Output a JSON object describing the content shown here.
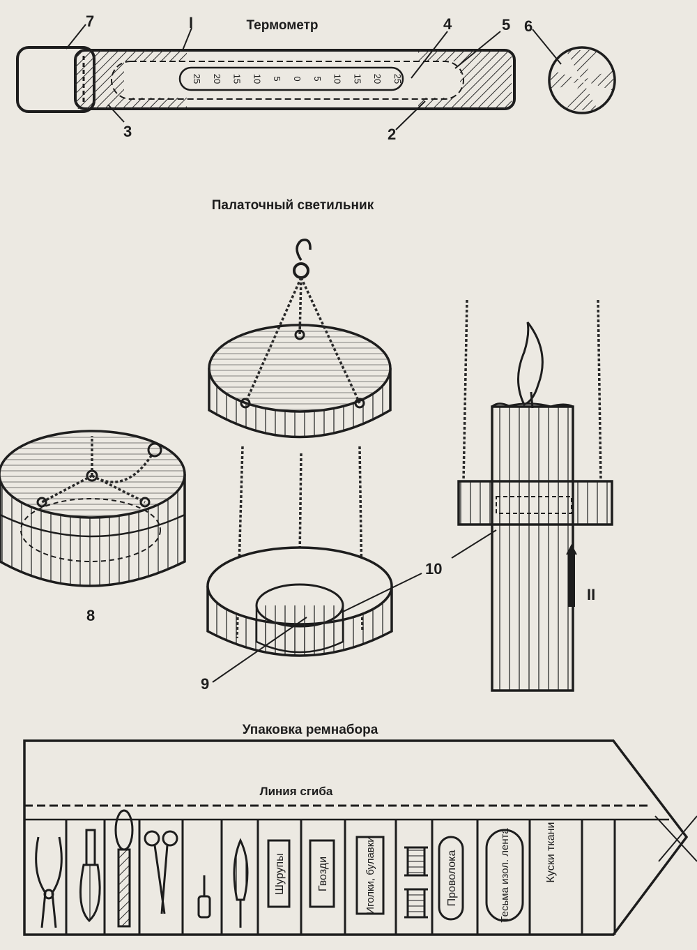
{
  "thermometer": {
    "title": "Термометр",
    "callouts": [
      "7",
      "I",
      "4",
      "5",
      "6",
      "3",
      "2"
    ],
    "scale": [
      "25",
      "20",
      "15",
      "10",
      "5",
      "0",
      "5",
      "10",
      "15",
      "20",
      "25"
    ]
  },
  "lamp": {
    "title": "Палаточный светильник",
    "callouts": [
      "8",
      "9",
      "10",
      "II"
    ]
  },
  "kit": {
    "title": "Упаковка ремнабора",
    "fold_line": "Линия сгиба",
    "labels": [
      "Шурупы",
      "Гвозди",
      "Иголки, булавки",
      "Проволока",
      "Тесьма изол. лента",
      "Куски ткани"
    ],
    "tool_icons": [
      "pliers-icon",
      "screwdriver-icon",
      "file-icon",
      "scissors-icon",
      "awl-icon",
      "knife-icon",
      "spool-icon"
    ]
  }
}
